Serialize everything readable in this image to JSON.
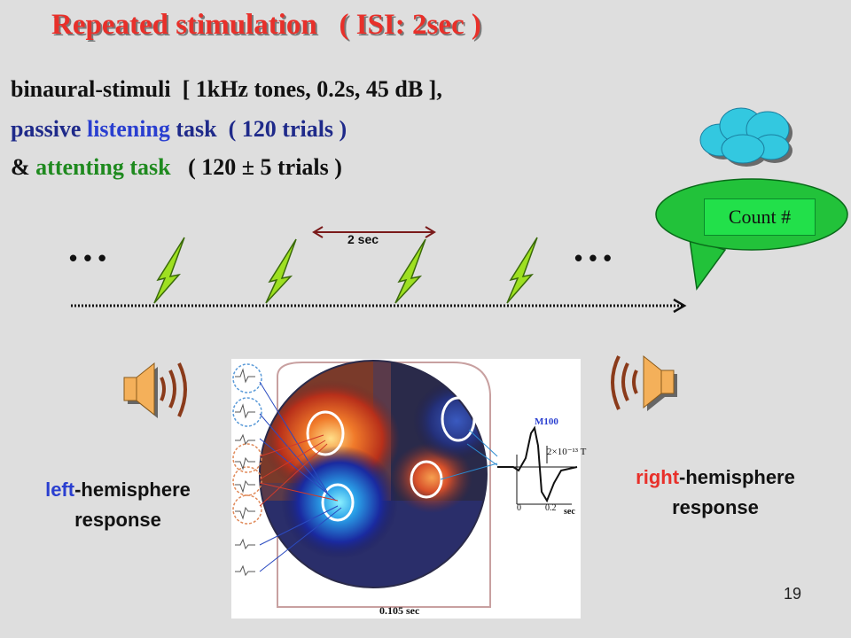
{
  "title": "Repeated stimulation   ( ISI: 2sec )",
  "lines": {
    "line1": "binaural-stimuli  [ 1kHz tones, 0.2s, 45 dB ],",
    "line2_a": "passive ",
    "line2_b": "listening",
    "line2_c": " task  ( 120 trials )",
    "line3_a": "& ",
    "line3_b": "attenting task",
    "line3_c": "   ( 120 ± 5 trials )"
  },
  "speech_bubble_text": "Count #",
  "interval_label": "2 sec",
  "ellipsis_left": "• • •",
  "ellipsis_right": "• • •",
  "left_response": {
    "colored": "left",
    "rest": "-hemisphere",
    "line2": "response"
  },
  "right_response": {
    "colored": "right",
    "rest": "-hemisphere",
    "line2": "response"
  },
  "figure": {
    "waveform_label": "M100",
    "scale_label": "2×10⁻¹³ T",
    "axis_tick_0": "0",
    "axis_tick_1": "0.2",
    "axis_unit": "sec",
    "time_label": "0.105 sec"
  },
  "page_number": "19",
  "colors": {
    "title": "#e8302a",
    "navy": "#1f2a8a",
    "blue": "#2a3fd0",
    "green": "#1f8a1f",
    "bubble": "#22c23a",
    "cloud": "#33c8e0"
  },
  "icons": [
    "speaker-left-icon",
    "speaker-right-icon",
    "lightning-stimulus-icon",
    "thought-cloud-icon"
  ]
}
